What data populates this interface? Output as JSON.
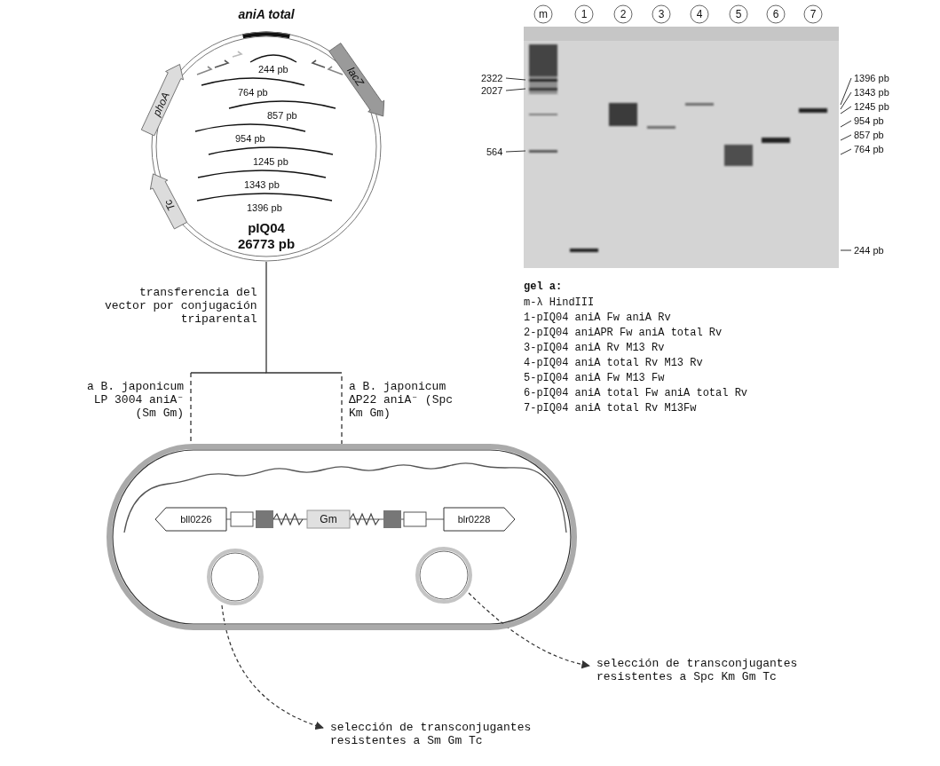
{
  "diagram": {
    "nodes": [
      {
        "text": [
          "pIQ04 26773 pb"
        ]
      },
      {
        "text": [
          "phoA"
        ],
        "in": 0
      },
      {
        "text": [
          "lacZ"
        ],
        "in": 0
      },
      {
        "text": [
          "Tc"
        ],
        "in": 0
      },
      {
        "text": [
          "m"
        ]
      },
      {
        "text": [
          "1"
        ]
      },
      {
        "text": [
          "2"
        ]
      },
      {
        "text": [
          "3"
        ]
      },
      {
        "text": [
          "4"
        ]
      },
      {
        "text": [
          "5"
        ]
      },
      {
        "text": [
          "6"
        ]
      },
      {
        "text": [
          "7"
        ]
      },
      {
        "text": [
          "Gm"
        ]
      },
      {
        "text": [
          "bll0226"
        ],
        "in": 12
      },
      {
        "text": [
          "blr0228"
        ],
        "in": 12
      }
    ],
    "edges": [
      {
        "from": 0,
        "to": 12,
        "arrow": "none",
        "label": "transferencia del vector por conjugación triparental"
      }
    ],
    "labels": [
      "aniA total",
      "244 pb",
      "764 pb",
      "857 pb",
      "954 pb",
      "1245 pb",
      "1343 pb",
      "1396 pb",
      "2322",
      "2027",
      "564",
      "1396 pb",
      "1343 pb",
      "1245 pb",
      "954 pb",
      "857 pb",
      "764 pb",
      "244 pb",
      "gel a:",
      "m-λ HindIII",
      "1-pIQ04 aniA Fw aniA Rv",
      "2-pIQ04 aniAPR Fw aniA total Rv",
      "3-pIQ04 aniA Rv M13 Rv",
      "4-pIQ04 aniA total Rv M13 Rv",
      "5-pIQ04 aniA Fw M13 Fw",
      "6-pIQ04 aniA total Fw aniA total Rv",
      "7-pIQ04 aniA total Rv M13Fw",
      "a B. japonicum LP 3004 aniA⁻ (Sm Gm)",
      "a B. japonicum ΔP22 aniA⁻ (Spc Km Gm)",
      "selección de transconjugantes resistentes a Spc Km Gm Tc",
      "selección de transconjugantes resistentes a Sm Gm Tc"
    ]
  }
}
